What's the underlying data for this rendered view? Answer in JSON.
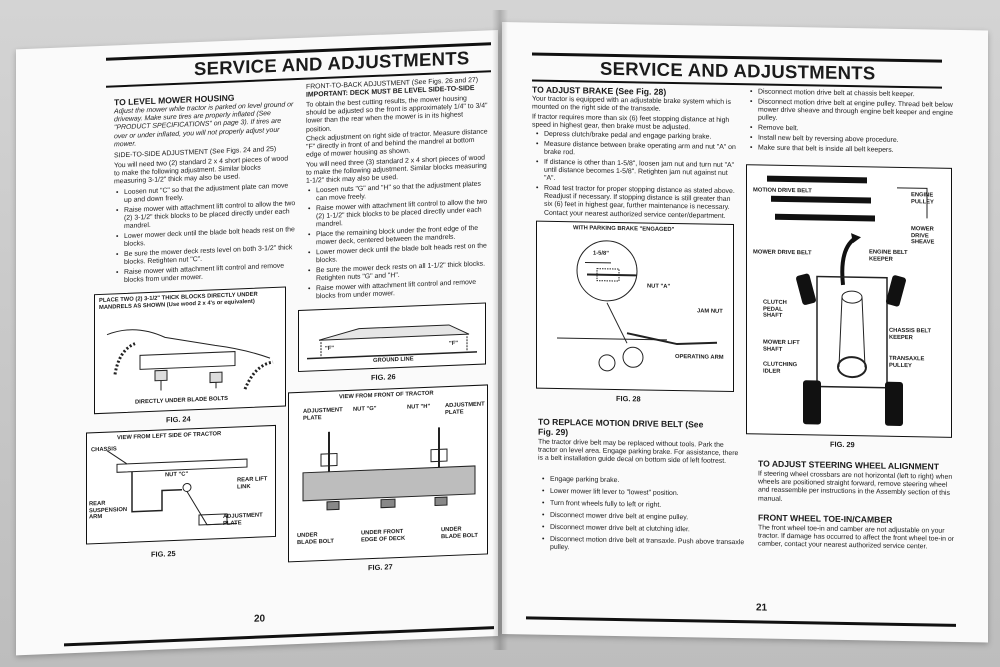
{
  "left": {
    "title": "SERVICE AND ADJUSTMENTS",
    "col1": {
      "heading": "TO LEVEL MOWER HOUSING",
      "intro": "Adjust the mower while tractor is parked on level ground or driveway. Make sure tires are properly inflated (See \"PRODUCT SPECIFICATIONS\" on page 3). If tires are over or under inflated, you will not properly adjust your mower.",
      "sub": "SIDE-TO-SIDE ADJUSTMENT (See Figs. 24 and 25)",
      "subtext": "You will need two (2) standard 2 x 4 short pieces of wood to make the following adjustment. Similar blocks measuring 3-1/2\" thick may also be used.",
      "bullets": [
        "Loosen nut \"C\" so that the adjustment plate can move up and down freely.",
        "Raise mower with attachment lift control to allow the two (2) 3-1/2\" thick blocks to be placed directly under each mandrel.",
        "Lower mower deck until the blade bolt heads rest on the blocks.",
        "Be sure the mower deck rests level on both 3-1/2\" thick blocks. Retighten nut \"C\".",
        "Raise mower with attachment lift control and remove blocks from under mower."
      ],
      "fig24": {
        "note": "PLACE TWO (2) 3-1/2\" THICK BLOCKS DIRECTLY UNDER MANDRELS AS SHOWN (Use wood 2 x 4's or equivalent)",
        "label": "DIRECTLY UNDER BLADE BOLTS",
        "caption": "FIG. 24"
      },
      "fig25": {
        "title": "VIEW FROM LEFT SIDE OF TRACTOR",
        "chassis": "CHASSIS",
        "nut": "NUT \"C\"",
        "rear_arm": "REAR SUSPENSION ARM",
        "rear_lift": "REAR LIFT LINK",
        "plate": "ADJUSTMENT PLATE",
        "caption": "FIG. 25"
      }
    },
    "col2": {
      "sub": "FRONT-TO-BACK ADJUSTMENT (See Figs. 26 and 27)",
      "important": "IMPORTANT: DECK MUST BE LEVEL SIDE-TO-SIDE",
      "p1": "To obtain the best cutting results, the mower housing should be adjusted so the front is approximately 1/4\" to 3/4\" lower than the rear when the mower is in its highest position.",
      "p2": "Check adjustment on right side of tractor. Measure distance \"F\" directly in front of and behind the mandrel at bottom edge of mower housing as shown.",
      "p3": "You will need three (3) standard 2 x 4 short pieces of wood to make the following adjustment. Similar blocks measuring 1-1/2\" thick may also be used.",
      "bullets": [
        "Loosen nuts \"G\" and \"H\" so that the adjustment plates can move freely.",
        "Raise mower with attachment lift control to allow the two (2) 1-1/2\" thick blocks to be placed directly under each mandrel.",
        "Place the remaining block under the front edge of the mower deck, centered between the mandrels.",
        "Lower mower deck until the blade bolt heads rest on the blocks.",
        "Be sure the mower deck rests on all 1-1/2\" thick blocks. Retighten nuts \"G\" and \"H\".",
        "Raise mower with attachment lift control and remove blocks from under mower."
      ],
      "fig26": {
        "f1": "\"F\"",
        "ground": "GROUND LINE",
        "f2": "\"F\"",
        "caption": "FIG. 26"
      },
      "fig27": {
        "title": "VIEW FROM FRONT OF TRACTOR",
        "adj_l": "ADJUSTMENT PLATE",
        "nut_g": "NUT \"G\"",
        "nut_h": "NUT \"H\"",
        "adj_r": "ADJUSTMENT PLATE",
        "under_l": "UNDER BLADE BOLT",
        "front": "UNDER FRONT EDGE OF DECK",
        "under_r": "UNDER BLADE BOLT",
        "caption": "FIG. 27"
      }
    },
    "page_number": "20"
  },
  "right": {
    "title": "SERVICE AND ADJUSTMENTS",
    "brake": {
      "heading": "TO ADJUST BRAKE (See Fig. 28)",
      "p1": "Your tractor is equipped with an adjustable brake system which is mounted on the right side of the transaxle.",
      "p2": "If tractor requires more than six (6) feet stopping distance at high speed in highest gear, then brake must be adjusted.",
      "bullets": [
        "Depress clutch/brake pedal and engage parking brake.",
        "Measure distance between brake operating arm and nut \"A\" on brake rod.",
        "If distance is other than 1-5/8\", loosen jam nut and turn nut \"A\" until distance becomes 1-5/8\". Retighten jam nut against nut \"A\".",
        "Road test tractor for proper stopping distance as stated above. Readjust if necessary. If stopping distance is still greater than six (6) feet in highest gear, further maintenance is necessary. Contact your nearest authorized service center/department."
      ],
      "fig28": {
        "title": "WITH PARKING BRAKE \"ENGAGED\"",
        "dim": "1-5/8\"",
        "nut_a": "NUT \"A\"",
        "jam": "JAM NUT",
        "arm": "OPERATING ARM",
        "caption": "FIG. 28"
      }
    },
    "belt": {
      "heading": "TO REPLACE MOTION DRIVE BELT (See Fig. 29)",
      "p1": "The tractor drive belt may be replaced without tools. Park the tractor on level area. Engage parking brake. For assistance, there is a belt installation guide decal on bottom side of left footrest.",
      "bullets": [
        "Engage parking brake.",
        "Lower mower lift lever to \"lowest\" position.",
        "Turn front wheels fully to left or right.",
        "Disconnect mower drive belt at engine pulley.",
        "Disconnect mower drive belt at clutching idler.",
        "Disconnect motion drive belt at transaxle. Push above transaxle pulley."
      ]
    },
    "col2_bullets": [
      "Disconnect motion drive belt at chassis belt keeper.",
      "Disconnect motion drive belt at engine pulley. Thread belt below mower drive sheave and through engine belt keeper and engine pulley.",
      "Remove belt.",
      "Install new belt by reversing above procedure.",
      "Make sure that belt is inside all belt keepers."
    ],
    "fig29": {
      "motion": "MOTION DRIVE BELT",
      "engine_pulley": "ENGINE PULLEY",
      "mower_sheave": "MOWER DRIVE SHEAVE",
      "mower_belt": "MOWER DRIVE BELT",
      "engine_keeper": "ENGINE BELT KEEPER",
      "clutch": "CLUTCH PEDAL SHAFT",
      "chassis_keeper": "CHASSIS BELT KEEPER",
      "mower_lift": "MOWER LIFT SHAFT",
      "transaxle": "TRANSAXLE PULLEY",
      "idler": "CLUTCHING IDLER",
      "caption": "FIG. 29"
    },
    "steering": {
      "heading": "TO ADJUST STEERING WHEEL ALIGNMENT",
      "text": "If steering wheel crossbars are not horizontal (left to right) when wheels are positioned straight forward, remove steering wheel and reassemble per instructions in the Assembly section of this manual."
    },
    "toe": {
      "heading": "FRONT WHEEL TOE-IN/CAMBER",
      "text": "The front wheel toe-in and camber are not adjustable on your tractor. If damage has occurred to affect the front wheel toe-in or camber, contact your nearest authorized service center."
    },
    "page_number": "21"
  }
}
